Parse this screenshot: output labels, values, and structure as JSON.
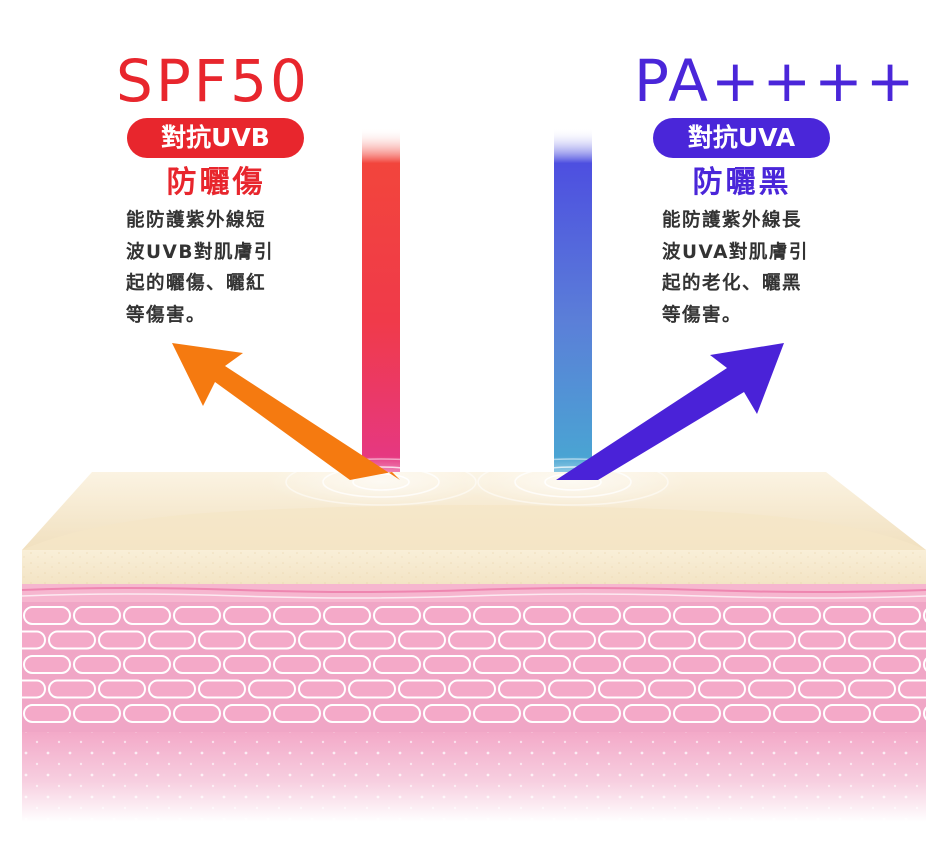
{
  "left": {
    "title": "SPF50",
    "badge": "對抗UVB",
    "subtitle": "防曬傷",
    "desc_lines": [
      "能防護紫外線短",
      "波UVB對肌膚引",
      "起的曬傷、曬紅",
      "等傷害。"
    ],
    "color": "#e8262d"
  },
  "right": {
    "title": "PA++++",
    "badge": "對抗UVA",
    "subtitle": "防曬黑",
    "desc_lines": [
      "能防護紫外線長",
      "波UVA對肌膚引",
      "起的老化、曬黑",
      "等傷害。"
    ],
    "color": "#4a26d9"
  },
  "colors": {
    "uvb_beam_top": "#f23c32",
    "uvb_beam_bottom": "#e83a86",
    "uva_beam_top": "#4f4fe0",
    "uva_beam_bottom": "#49a8d4",
    "orange_arrow": "#f57a0f",
    "purple_arrow": "#4a22d8",
    "skin_top": "#f4e7cc",
    "skin_pink": "#f19ec2",
    "skin_cells": "#ef8fb6"
  }
}
